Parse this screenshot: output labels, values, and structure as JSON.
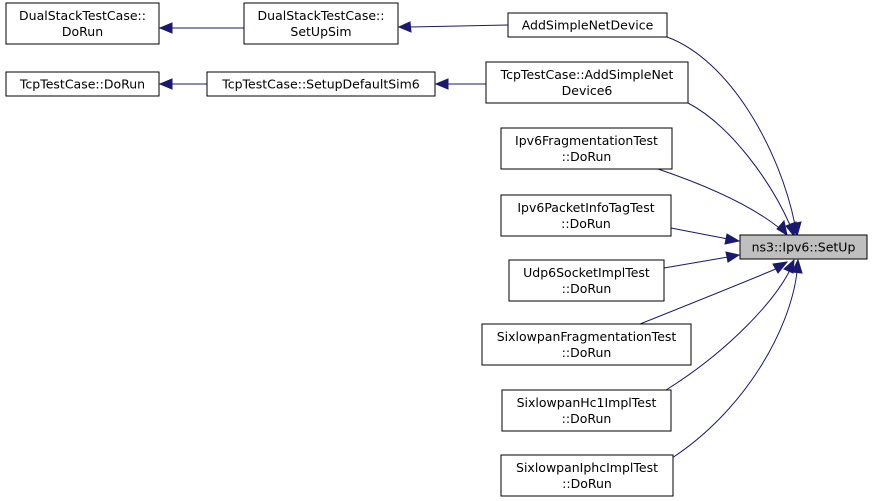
{
  "graph": {
    "nodes": [
      {
        "id": "dual-dorun",
        "lines": [
          "DualStackTestCase::",
          "DoRun"
        ]
      },
      {
        "id": "dual-setupsim",
        "lines": [
          "DualStackTestCase::",
          "SetUpSim"
        ]
      },
      {
        "id": "addsimplenetdevice",
        "lines": [
          "AddSimpleNetDevice"
        ]
      },
      {
        "id": "tcp-dorun",
        "lines": [
          "TcpTestCase::DoRun"
        ]
      },
      {
        "id": "tcp-setupdefaultsim6",
        "lines": [
          "TcpTestCase::SetupDefaultSim6"
        ]
      },
      {
        "id": "tcp-addsimplenetdevice6",
        "lines": [
          "TcpTestCase::AddSimpleNet",
          "Device6"
        ]
      },
      {
        "id": "ipv6frag-dorun",
        "lines": [
          "Ipv6FragmentationTest",
          "::DoRun"
        ]
      },
      {
        "id": "ipv6pkt-dorun",
        "lines": [
          "Ipv6PacketInfoTagTest",
          "::DoRun"
        ]
      },
      {
        "id": "udp6-dorun",
        "lines": [
          "Udp6SocketImplTest",
          "::DoRun"
        ]
      },
      {
        "id": "sixfrag-dorun",
        "lines": [
          "SixlowpanFragmentationTest",
          "::DoRun"
        ]
      },
      {
        "id": "sixhc1-dorun",
        "lines": [
          "SixlowpanHc1ImplTest",
          "::DoRun"
        ]
      },
      {
        "id": "sixiphc-dorun",
        "lines": [
          "SixlowpanIphcImplTest",
          "::DoRun"
        ]
      },
      {
        "id": "ipv6-setup",
        "lines": [
          "ns3::Ipv6::SetUp"
        ],
        "highlight": true
      }
    ],
    "edges": [
      {
        "from": "dual-setupsim",
        "to": "dual-dorun"
      },
      {
        "from": "addsimplenetdevice",
        "to": "dual-setupsim"
      },
      {
        "from": "tcp-setupdefaultsim6",
        "to": "tcp-dorun"
      },
      {
        "from": "tcp-addsimplenetdevice6",
        "to": "tcp-setupdefaultsim6"
      },
      {
        "from": "ipv6-setup",
        "to": "addsimplenetdevice"
      },
      {
        "from": "ipv6-setup",
        "to": "tcp-addsimplenetdevice6"
      },
      {
        "from": "ipv6-setup",
        "to": "ipv6frag-dorun"
      },
      {
        "from": "ipv6-setup",
        "to": "ipv6pkt-dorun"
      },
      {
        "from": "ipv6-setup",
        "to": "udp6-dorun"
      },
      {
        "from": "ipv6-setup",
        "to": "sixfrag-dorun"
      },
      {
        "from": "ipv6-setup",
        "to": "sixhc1-dorun"
      },
      {
        "from": "ipv6-setup",
        "to": "sixiphc-dorun"
      }
    ],
    "colors": {
      "edge": "#191970",
      "highlight_fill": "#bfbfbf",
      "border": "#000000"
    }
  }
}
